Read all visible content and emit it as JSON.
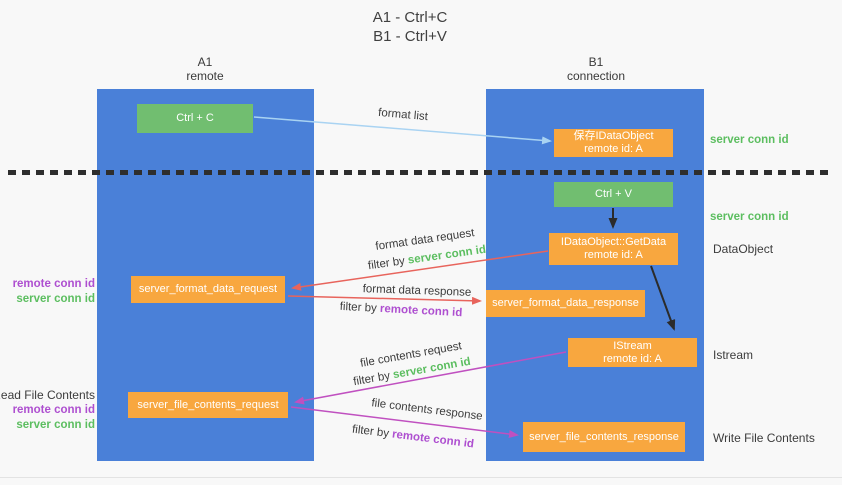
{
  "title": {
    "line1": "A1 - Ctrl+C",
    "line2": "B1 - Ctrl+V"
  },
  "columns": {
    "left": {
      "header_line1": "A1",
      "header_line2": "remote"
    },
    "right": {
      "header_line1": "B1",
      "header_line2": "connection"
    }
  },
  "nodes": {
    "ctrl_c": "Ctrl + C",
    "ctrl_v": "Ctrl + V",
    "save_dataobject": {
      "line1": "保存IDataObject",
      "line2": "remote id: A"
    },
    "getdata": {
      "line1": "IDataObject::GetData",
      "line2": "remote id: A"
    },
    "istream": {
      "line1": "IStream",
      "line2": "remote id: A"
    },
    "format_request": "server_format_data_request",
    "format_response": "server_format_data_response",
    "file_request": "server_file_contents_request",
    "file_response": "server_file_contents_response"
  },
  "arrow_labels": {
    "format_list": "format list",
    "format_data_request": "format data request",
    "format_data_response": "format data response",
    "file_contents_request": "file contents request",
    "file_contents_response": "file contents response",
    "filter_by": "filter by ",
    "server_conn_id": "server conn id",
    "remote_conn_id": "remote conn id"
  },
  "side_labels": {
    "left_remote_conn_id": "remote conn id",
    "left_server_conn_id": "server conn id",
    "read_file_contents": "Read File Contents",
    "right_server_conn_id_1": "server conn id",
    "right_server_conn_id_2": "server conn id",
    "dataobject": "DataObject",
    "istream": "Istream",
    "write_file_contents": "Write File Contents"
  },
  "colors": {
    "column_blue": "#4A80D8",
    "box_green": "#71BE70",
    "box_orange": "#F8A73F",
    "arrow_light_blue": "#A9D3F2",
    "arrow_black": "#2B2B2B",
    "arrow_red": "#E8645C",
    "arrow_magenta": "#C050C0",
    "text_green": "#5CBE60",
    "text_purple": "#AE4FD0",
    "text_dark": "#3C3C3C"
  }
}
